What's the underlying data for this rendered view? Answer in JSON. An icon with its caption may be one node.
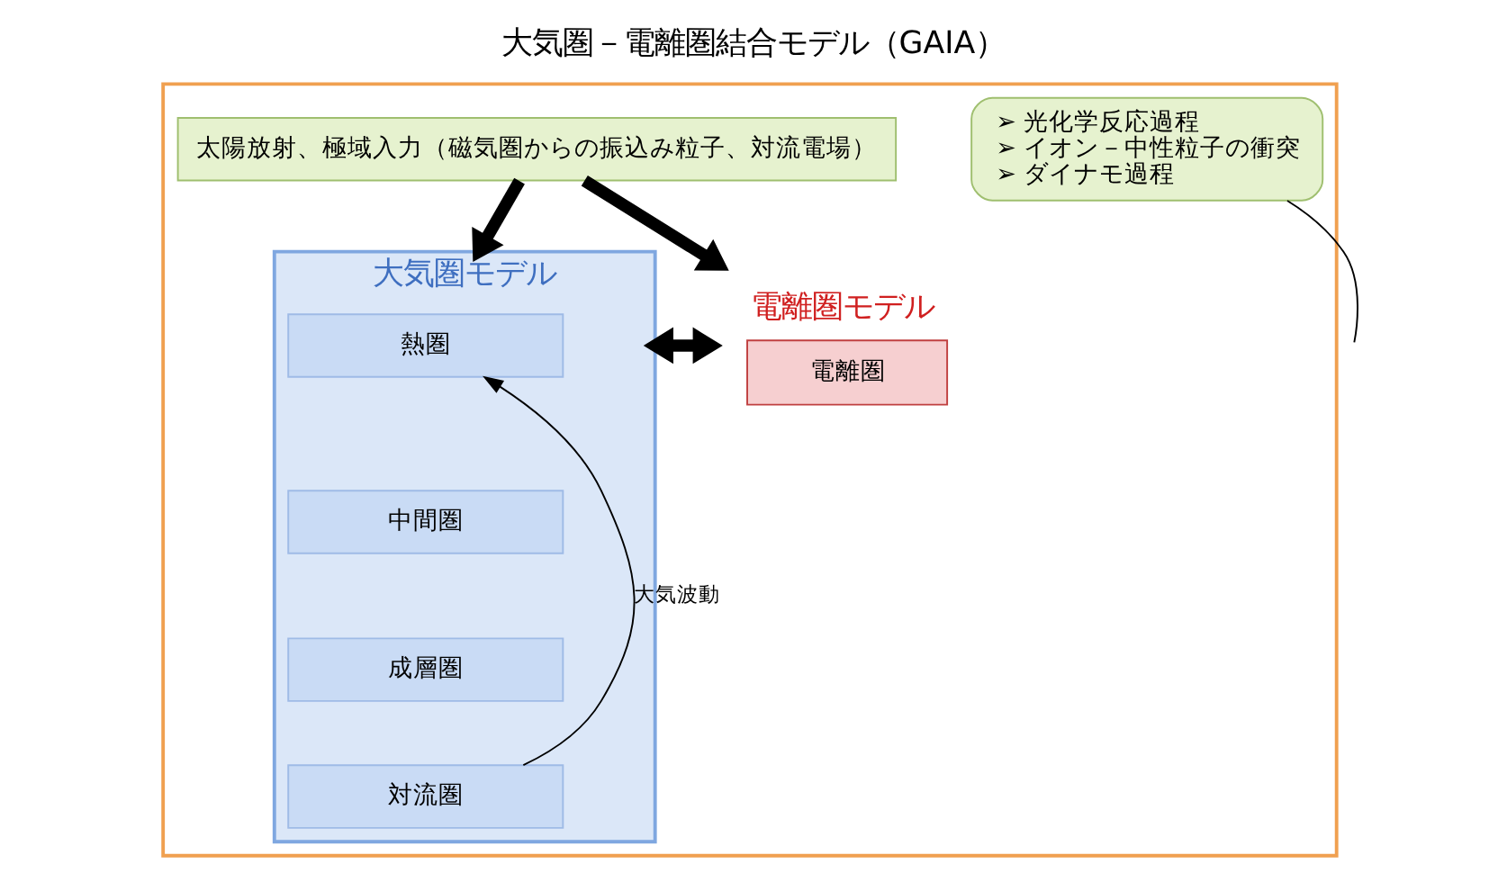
{
  "diagram": {
    "title": "大気圏－電離圏結合モデル（GAIA）",
    "nodes": [
      {
        "text": [],
        "shape": "box"
      },
      {
        "text": [
          "太陽放射、極域入力（磁気圏からの振込み粒子、対流電場）"
        ],
        "in": 0
      },
      {
        "text": [
          "大気圏モデル"
        ],
        "in": 0
      },
      {
        "text": [
          "熱圏"
        ],
        "in": 2
      },
      {
        "text": [
          "中間圏"
        ],
        "in": 2
      },
      {
        "text": [
          "成層圏"
        ],
        "in": 2
      },
      {
        "text": [
          "対流圏"
        ],
        "in": 2
      },
      {
        "text": [
          "電離圏モデル",
          "電離圏"
        ],
        "in": 0
      },
      {
        "text": [
          "➢ 光化学反応過程",
          "➢ イオン－中性粒子の衝突",
          "➢ ダイナモ過程"
        ],
        "in": 0
      }
    ],
    "edges": [
      {
        "from": 1,
        "to": 2,
        "arrow": "to"
      },
      {
        "from": 1,
        "to": 7,
        "arrow": "to"
      },
      {
        "from": 2,
        "to": 7,
        "arrow": "both"
      },
      {
        "from": 6,
        "to": 3,
        "arrow": "to",
        "label": "大気波動"
      },
      {
        "from": 8,
        "to": null,
        "arrow": "none"
      }
    ]
  }
}
